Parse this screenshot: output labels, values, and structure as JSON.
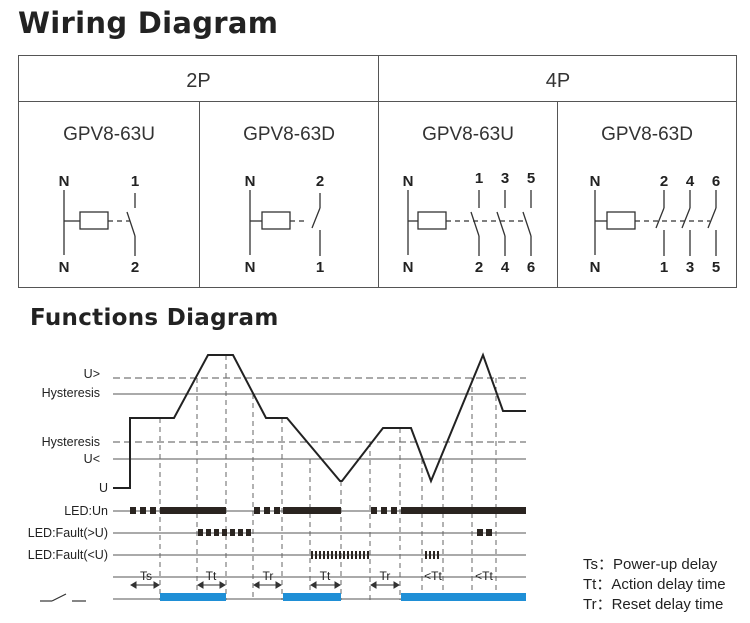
{
  "wiring": {
    "title": "Wiring Diagram",
    "headers": [
      "2P",
      "4P"
    ],
    "models": [
      "GPV8-63U",
      "GPV8-63D",
      "GPV8-63U",
      "GPV8-63D"
    ],
    "terminals": [
      {
        "top": [
          "N",
          "1"
        ],
        "bottom": [
          "N",
          "2"
        ]
      },
      {
        "top": [
          "N",
          "2"
        ],
        "bottom": [
          "N",
          "1"
        ]
      },
      {
        "top": [
          "N",
          "1",
          "3",
          "5"
        ],
        "bottom": [
          "N",
          "2",
          "4",
          "6"
        ]
      },
      {
        "top": [
          "N",
          "2",
          "4",
          "6"
        ],
        "bottom": [
          "N",
          "1",
          "3",
          "5"
        ]
      }
    ]
  },
  "functions": {
    "title": "Functions Diagram",
    "levels": {
      "u_over": "U>",
      "hysteresis_high": "Hysteresis",
      "hysteresis_low": "Hysteresis",
      "u_under": "U<",
      "u": "U"
    },
    "rows": {
      "led_un": "LED:Un",
      "led_fault_over": "LED:Fault(>U)",
      "led_fault_under": "LED:Fault(<U)"
    },
    "intervals": [
      "Ts",
      "Tt",
      "Tr",
      "Tt",
      "Tr",
      "<Tt",
      "<Tt"
    ],
    "legend": [
      "Ts：Power-up delay",
      "Tt：Action delay time",
      "Tr：Reset delay time"
    ],
    "colors": {
      "output": "#1f8fd6",
      "led": "#2a2420",
      "line": "#222222",
      "grid": "#555555"
    }
  }
}
